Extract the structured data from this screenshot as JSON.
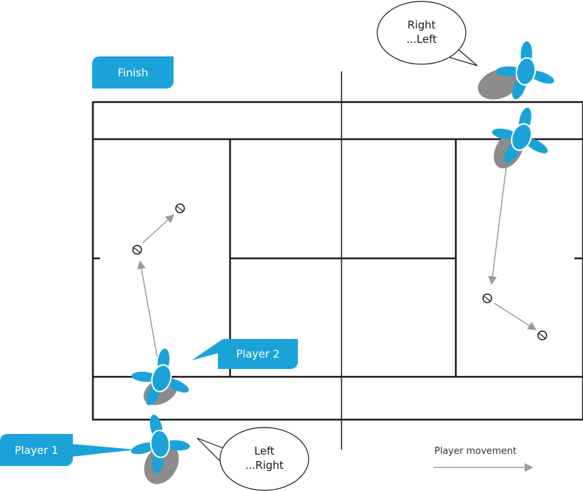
{
  "labels": {
    "finish": "Finish",
    "player1": "Player 1",
    "player2": "Player 2"
  },
  "bubbles": {
    "top": {
      "line1": "Right",
      "line2": "...Left"
    },
    "bottom": {
      "line1": "Left",
      "line2": "...Right"
    }
  },
  "legend": {
    "text": "Player movement"
  },
  "colors": {
    "accent": "#1ba3d9",
    "shadow": "#8c8c8c",
    "court_line": "#1a1a1a",
    "arrow": "#9a9a9a"
  },
  "icons": {
    "player": "player-top-view-icon",
    "ball": "tennis-ball-icon"
  }
}
